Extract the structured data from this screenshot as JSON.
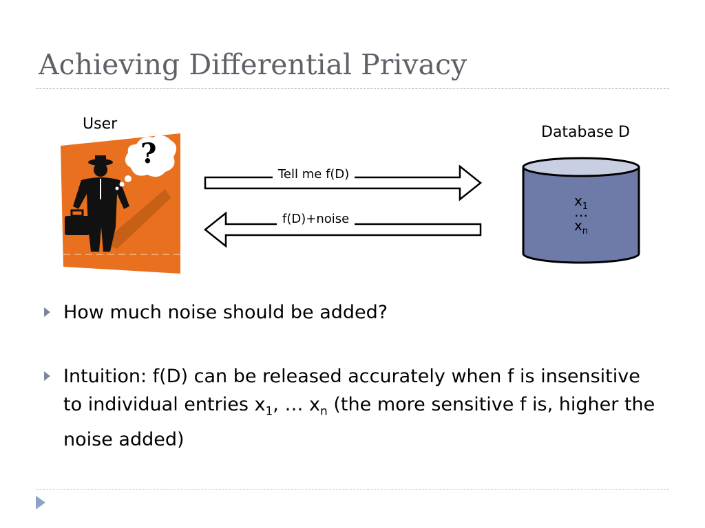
{
  "slide": {
    "title": "Achieving Differential Privacy"
  },
  "diagram": {
    "user_label": "User",
    "question_mark": "?",
    "database_label": "Database D",
    "arrow_to_db_label": "Tell me f(D)",
    "arrow_to_user_label": "f(D)+noise",
    "db_entry_first": "x",
    "db_entry_first_sub": "1",
    "db_ellipsis": "…",
    "db_entry_last": "x",
    "db_entry_last_sub": "n",
    "colors": {
      "user_panel": "#e8701e",
      "database": "#6e7aa8",
      "database_top": "#c9cfe2",
      "bullet_marker": "#7b879a",
      "title": "#5f6068"
    },
    "icons": [
      "person-with-briefcase-icon",
      "thought-bubble-icon",
      "database-cylinder-icon"
    ]
  },
  "bullets": [
    {
      "text": "How much noise should be added?"
    },
    {
      "p1": "Intuition: f(D) can be released accurately when f is insensitive to individual entries x",
      "s1": "1",
      "p2": ", … x",
      "s2": "n",
      "p3": " (the more sensitive f is, higher the noise added)"
    }
  ]
}
